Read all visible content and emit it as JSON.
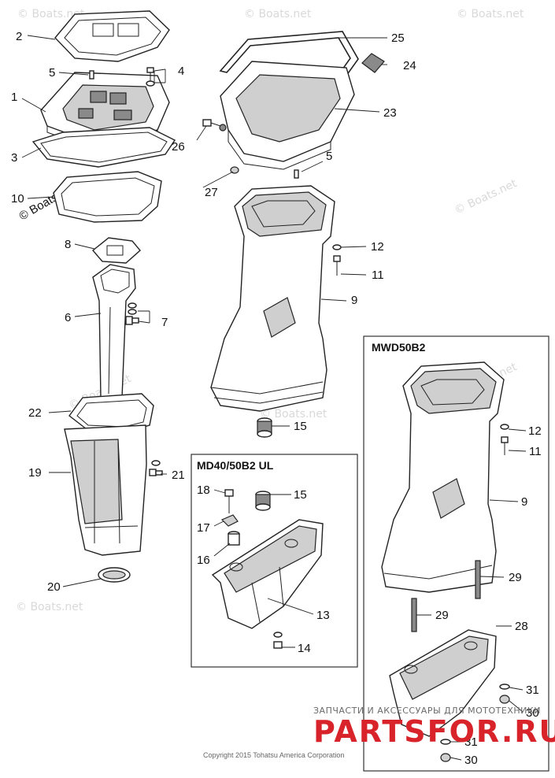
{
  "watermark_text": "© Boats.net",
  "copyright": "Copyright 2015 Tohatsu America Corporation",
  "branding": {
    "line1": "ЗАПЧАСТИ И АКСЕССУАРЫ ДЛЯ МОТОТЕХНИКИ",
    "line2": "PARTSFOR.RU",
    "accent_color": "#d8232a"
  },
  "inset_boxes": {
    "ul": {
      "title": "MD40/50B2 UL"
    },
    "mwd": {
      "title": "MWD50B2"
    }
  },
  "callouts": {
    "c1": "1",
    "c2": "2",
    "c3": "3",
    "c4": "4",
    "c5a": "5",
    "c5b": "5",
    "c6": "6",
    "c7": "7",
    "c8": "8",
    "c9a": "9",
    "c9b": "9",
    "c10": "10",
    "c11a": "11",
    "c11b": "11",
    "c12a": "12",
    "c12b": "12",
    "c13": "13",
    "c14": "14",
    "c15a": "15",
    "c15b": "15",
    "c16": "16",
    "c17": "17",
    "c18": "18",
    "c19": "19",
    "c20": "20",
    "c21": "21",
    "c22": "22",
    "c23": "23",
    "c24": "24",
    "c25": "25",
    "c26": "26",
    "c27": "27",
    "c28": "28",
    "c29a": "29",
    "c29b": "29",
    "c30a": "30",
    "c30b": "30",
    "c31a": "31",
    "c31b": "31"
  }
}
